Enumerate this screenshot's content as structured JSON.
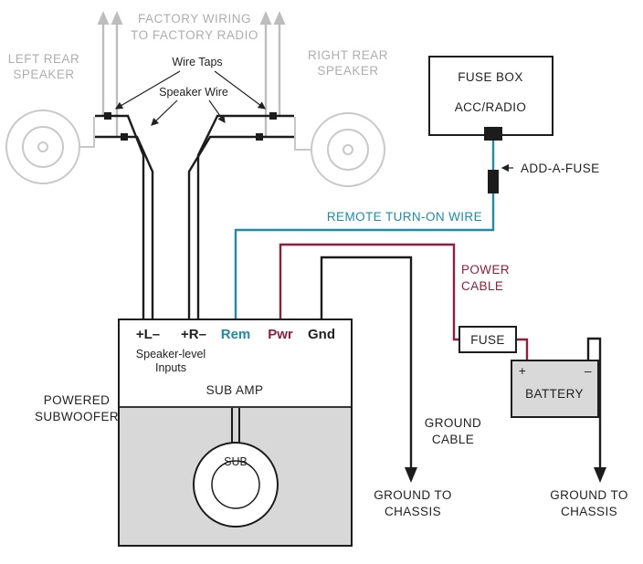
{
  "colors": {
    "wire_black": "#1c1c1c",
    "remote_teal": "#1d8ca8",
    "power_red": "#8e1f3e",
    "factory_gray": "#bdbdbd",
    "amp_fill": "#d8d8d8",
    "battery_fill": "#d9d9d9"
  },
  "factory": {
    "line1": "FACTORY WIRING",
    "line2": "TO FACTORY RADIO"
  },
  "left_speaker": {
    "line1": "LEFT REAR",
    "line2": "SPEAKER"
  },
  "right_speaker": {
    "line1": "RIGHT REAR",
    "line2": "SPEAKER"
  },
  "annotations": {
    "wire_taps": "Wire Taps",
    "speaker_wire": "Speaker Wire",
    "add_a_fuse": "ADD-A-FUSE",
    "remote_turn_on": "REMOTE TURN-ON WIRE",
    "power_line1": "POWER",
    "power_line2": "CABLE",
    "ground_cable_line1": "GROUND",
    "ground_cable_line2": "CABLE",
    "ground_chassis_line1": "GROUND TO",
    "ground_chassis_line2": "CHASSIS"
  },
  "fuse_box": {
    "title": "FUSE BOX",
    "circuit": "ACC/RADIO"
  },
  "fuse": {
    "label": "FUSE"
  },
  "battery": {
    "label": "BATTERY",
    "plus": "+",
    "minus": "–"
  },
  "amp": {
    "terminals": [
      {
        "label": "+L–"
      },
      {
        "label": "+R–"
      },
      {
        "label": "Rem"
      },
      {
        "label": "Pwr"
      },
      {
        "label": "Gnd"
      }
    ],
    "speaker_level_line1": "Speaker-level",
    "speaker_level_line2": "Inputs",
    "sub_amp": "SUB AMP",
    "sub": "SUB",
    "powered_line1": "POWERED",
    "powered_line2": "SUBWOOFER"
  }
}
